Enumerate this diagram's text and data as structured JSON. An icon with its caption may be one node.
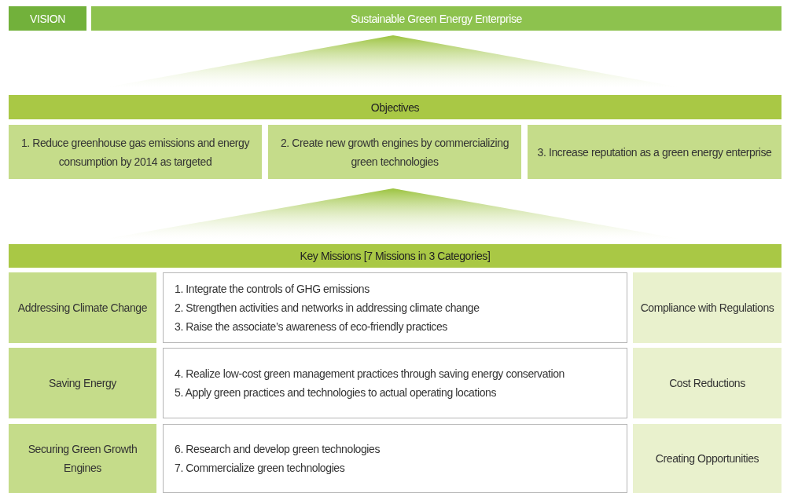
{
  "diagram": {
    "nodes": [
      {
        "text": [
          "VISION"
        ]
      },
      {
        "text": [
          "Sustainable Green Energy Enterprise"
        ]
      },
      {
        "text": [],
        "shape": "triangle"
      },
      {
        "text": [
          "Objectives"
        ]
      },
      {
        "text": [
          "1. Reduce greenhouse gas emissions and energy consumption by 2014 as targeted"
        ]
      },
      {
        "text": [
          "2. Create new growth engines by commercializing green technologies"
        ]
      },
      {
        "text": [
          "3. Increase reputation as a green energy enterprise"
        ]
      },
      {
        "text": [],
        "shape": "triangle"
      },
      {
        "text": [
          "Key Missions [7 Missions in 3 Categories]"
        ]
      },
      {
        "text": [
          "Addressing Climate Change"
        ]
      },
      {
        "text": [
          "1. Integrate the controls of GHG emissions",
          "2. Strengthen activities and networks in addressing climate change",
          "3. Raise the associate’s awareness of eco-friendly practices"
        ]
      },
      {
        "text": [
          "Compliance with Regulations"
        ]
      },
      {
        "text": [
          "Saving Energy"
        ]
      },
      {
        "text": [
          "4. Realize low-cost green management practices through saving energy conservation",
          "5. Apply green practices and technologies to actual operating locations"
        ]
      },
      {
        "text": [
          "Cost Reductions"
        ]
      },
      {
        "text": [
          "Securing Green Growth Engines"
        ]
      },
      {
        "text": [
          "6. Research and develop green technologies",
          "7. Commercialize green technologies"
        ]
      },
      {
        "text": [
          "Creating Opportunities"
        ]
      }
    ]
  }
}
